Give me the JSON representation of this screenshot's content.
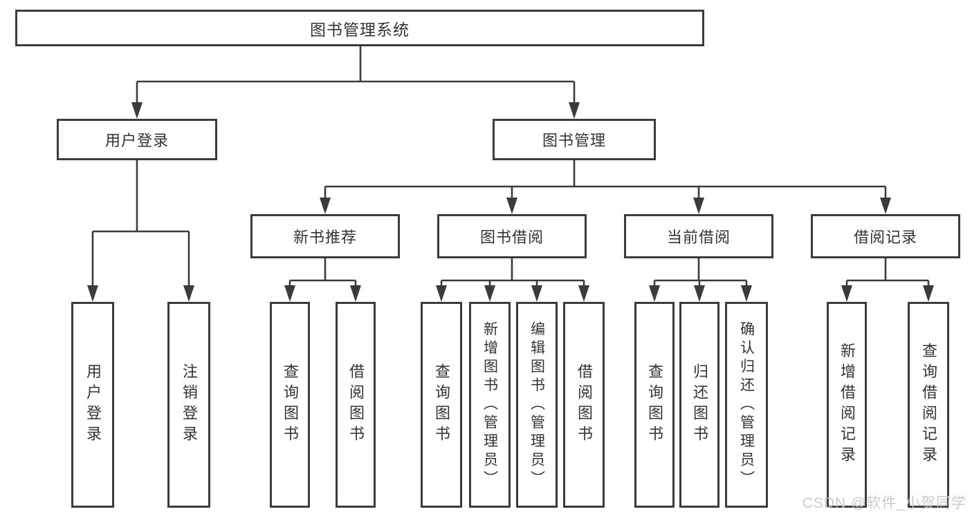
{
  "colors": {
    "background": "#ffffff",
    "line": "#3b3b3b",
    "box_border": "#3b3b3b",
    "box_fill": "#ffffff",
    "text": "#333333",
    "watermark": "#c6c6c6"
  },
  "watermark": {
    "text": "CSDN @软件_小贺同学"
  },
  "tree": {
    "root": "图书管理系统",
    "branches": [
      {
        "label": "用户登录",
        "children": [
          "用户登录",
          "注销登录"
        ]
      },
      {
        "label": "图书管理",
        "sections": [
          {
            "label": "新书推荐",
            "children": [
              "查询图书",
              "借阅图书"
            ]
          },
          {
            "label": "图书借阅",
            "children": [
              "查询图书",
              "新增图书（管理员）",
              "编辑图书（管理员）",
              "借阅图书"
            ]
          },
          {
            "label": "当前借阅",
            "children": [
              "查询图书",
              "归还图书",
              "确认归还（管理员）"
            ]
          },
          {
            "label": "借阅记录",
            "children": [
              "新增借阅记录",
              "查询借阅记录"
            ]
          }
        ]
      }
    ]
  }
}
